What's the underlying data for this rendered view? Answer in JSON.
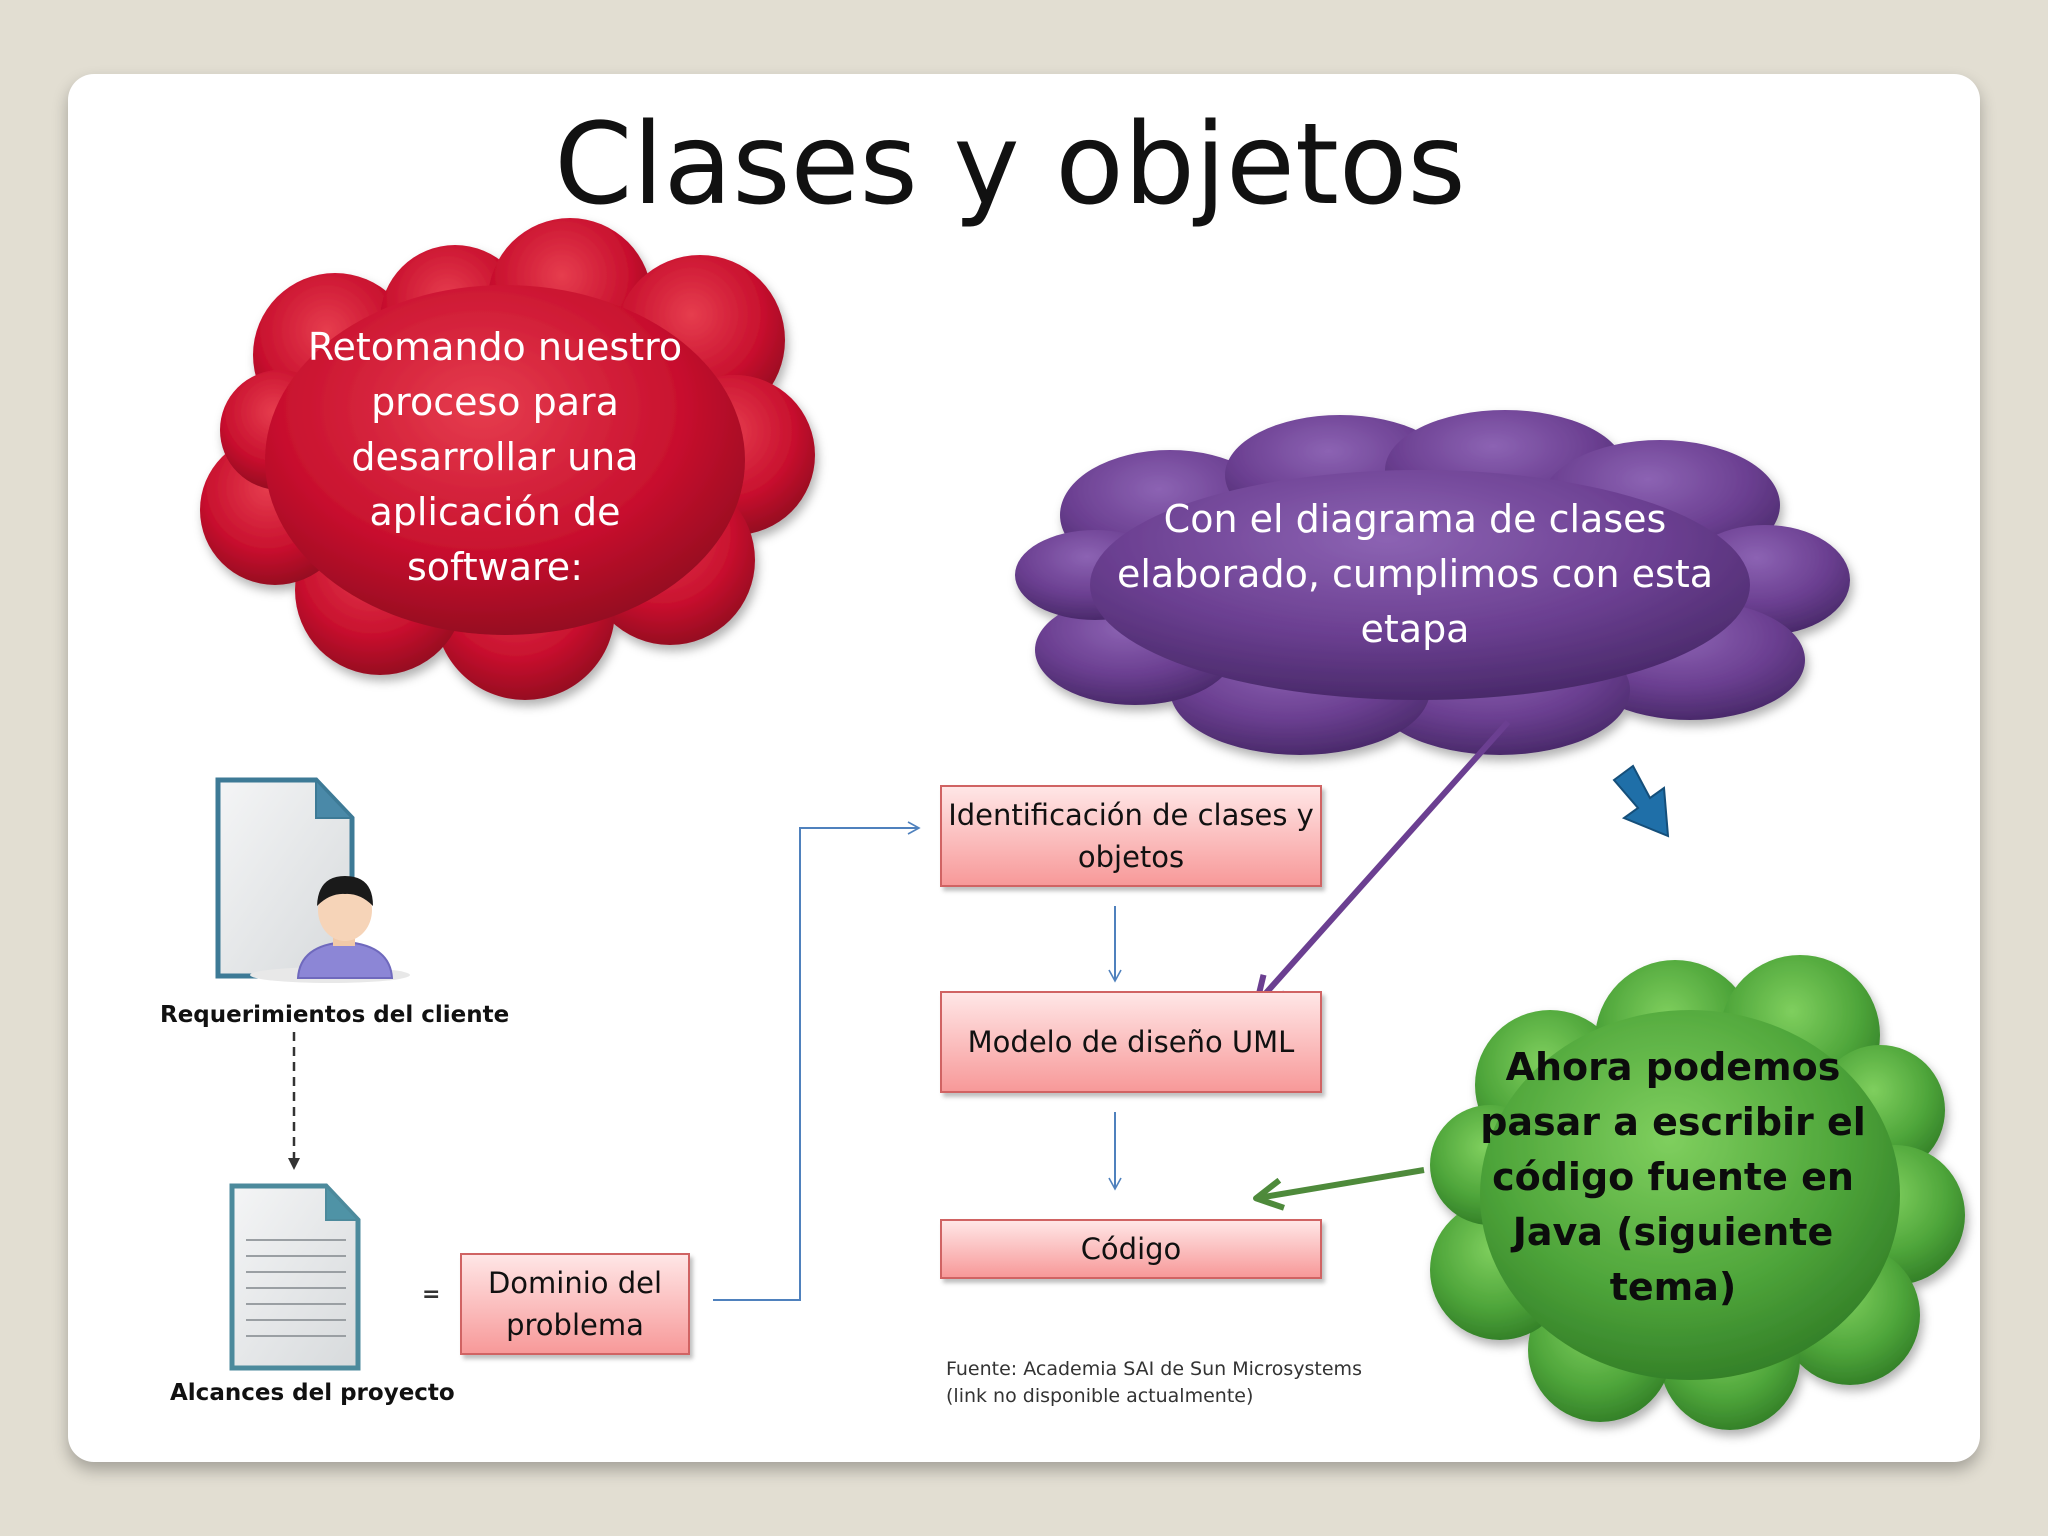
{
  "slide": {
    "title": "Clases y objetos"
  },
  "clouds": {
    "red_text": "Retomando nuestro proceso para desarrollar una aplicación de software:",
    "purple_text": "Con el diagrama de clases elaborado, cumplimos con esta etapa",
    "green_text": "Ahora podemos pasar a escribir el código fuente en Java (siguiente tema)"
  },
  "left": {
    "client_requirements": "Requerimientos del cliente",
    "project_scope": "Alcances del proyecto",
    "equals": "="
  },
  "boxes": {
    "problem_domain": "Dominio del problema",
    "identification": "Identificación de clases y objetos",
    "uml_model": "Modelo de diseño UML",
    "code": "Código"
  },
  "source": {
    "line1": "Fuente: Academia SAI de Sun Microsystems",
    "line2": "(link no disponible actualmente)"
  },
  "colors": {
    "background": "#e2ded2",
    "red_cloud": "#c8102e",
    "purple_cloud": "#6b3f91",
    "green_cloud": "#4ea53a",
    "box_fill": "#f9b3b3",
    "connector_blue": "#4f81bd",
    "blue_arrow": "#1f6fa8"
  }
}
